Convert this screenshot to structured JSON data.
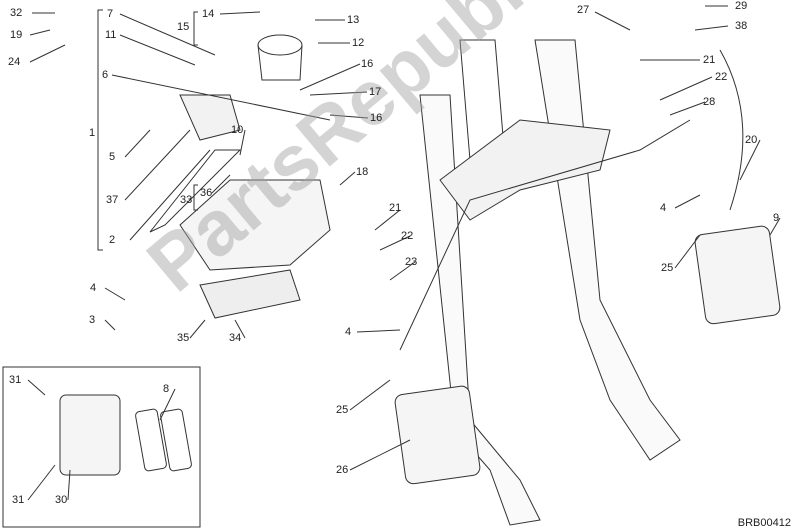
{
  "diagram_code": "BRB00412",
  "watermark": "PartsRepublik",
  "callouts": [
    {
      "id": "c32",
      "text": "32"
    },
    {
      "id": "c19",
      "text": "19"
    },
    {
      "id": "c24",
      "text": "24"
    },
    {
      "id": "c7",
      "text": "7"
    },
    {
      "id": "c11",
      "text": "11"
    },
    {
      "id": "c6",
      "text": "6"
    },
    {
      "id": "c1",
      "text": "1"
    },
    {
      "id": "c5",
      "text": "5"
    },
    {
      "id": "c37",
      "text": "37"
    },
    {
      "id": "c2",
      "text": "2"
    },
    {
      "id": "c10",
      "text": "10"
    },
    {
      "id": "c36",
      "text": "36"
    },
    {
      "id": "c33",
      "text": "33"
    },
    {
      "id": "c14",
      "text": "14"
    },
    {
      "id": "c15",
      "text": "15"
    },
    {
      "id": "c13",
      "text": "13"
    },
    {
      "id": "c12",
      "text": "12"
    },
    {
      "id": "c16a",
      "text": "16"
    },
    {
      "id": "c17",
      "text": "17"
    },
    {
      "id": "c16b",
      "text": "16"
    },
    {
      "id": "c18",
      "text": "18"
    },
    {
      "id": "c4a",
      "text": "4"
    },
    {
      "id": "c3",
      "text": "3"
    },
    {
      "id": "c35",
      "text": "35"
    },
    {
      "id": "c34",
      "text": "34"
    },
    {
      "id": "c21a",
      "text": "21"
    },
    {
      "id": "c22a",
      "text": "22"
    },
    {
      "id": "c23",
      "text": "23"
    },
    {
      "id": "c4b",
      "text": "4"
    },
    {
      "id": "c25a",
      "text": "25"
    },
    {
      "id": "c26",
      "text": "26"
    },
    {
      "id": "c27",
      "text": "27"
    },
    {
      "id": "c29",
      "text": "29"
    },
    {
      "id": "c38",
      "text": "38"
    },
    {
      "id": "c21b",
      "text": "21"
    },
    {
      "id": "c22b",
      "text": "22"
    },
    {
      "id": "c28",
      "text": "28"
    },
    {
      "id": "c20",
      "text": "20"
    },
    {
      "id": "c4c",
      "text": "4"
    },
    {
      "id": "c9",
      "text": "9"
    },
    {
      "id": "c25b",
      "text": "25"
    },
    {
      "id": "c31a",
      "text": "31"
    },
    {
      "id": "c8",
      "text": "8"
    },
    {
      "id": "c31b",
      "text": "31"
    },
    {
      "id": "c30",
      "text": "30"
    }
  ]
}
